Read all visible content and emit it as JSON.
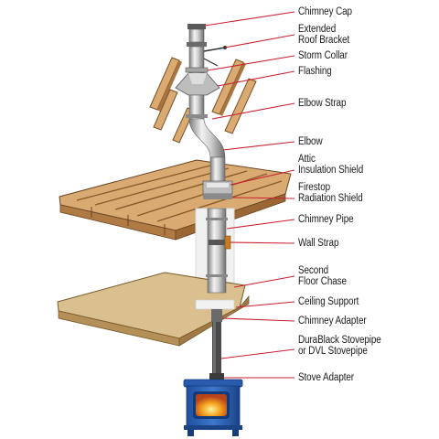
{
  "labels": {
    "chimney_cap": "Chimney Cap",
    "roof_bracket_1": "Extended",
    "roof_bracket_2": "Roof Bracket",
    "storm_collar": "Storm Collar",
    "flashing": "Flashing",
    "elbow_strap": "Elbow Strap",
    "elbow": "Elbow",
    "attic_shield_1": "Attic",
    "attic_shield_2": "Insulation Shield",
    "firestop_1": "Firestop",
    "firestop_2": "Radiation Shield",
    "chimney_pipe": "Chimney Pipe",
    "wall_strap": "Wall Strap",
    "floor_chase_1": "Second",
    "floor_chase_2": "Floor Chase",
    "ceiling_support": "Ceiling Support",
    "chimney_adapter": "Chimney Adapter",
    "stovepipe_1": "DuraBlack Stovepipe",
    "stovepipe_2": "or DVL Stovepipe",
    "stove_adapter": "Stove Adapter"
  },
  "colors": {
    "leader_line": "#c8202e",
    "wood": "#d9ab72",
    "wood_dark": "#a9743f",
    "floor_board": "#d8be8c",
    "pipe_light": "#e4e4e4",
    "pipe_dark": "#8e8e8e",
    "chase": "#f2f2f2",
    "stove": "#2f64b8",
    "fire": "#f0a020"
  }
}
